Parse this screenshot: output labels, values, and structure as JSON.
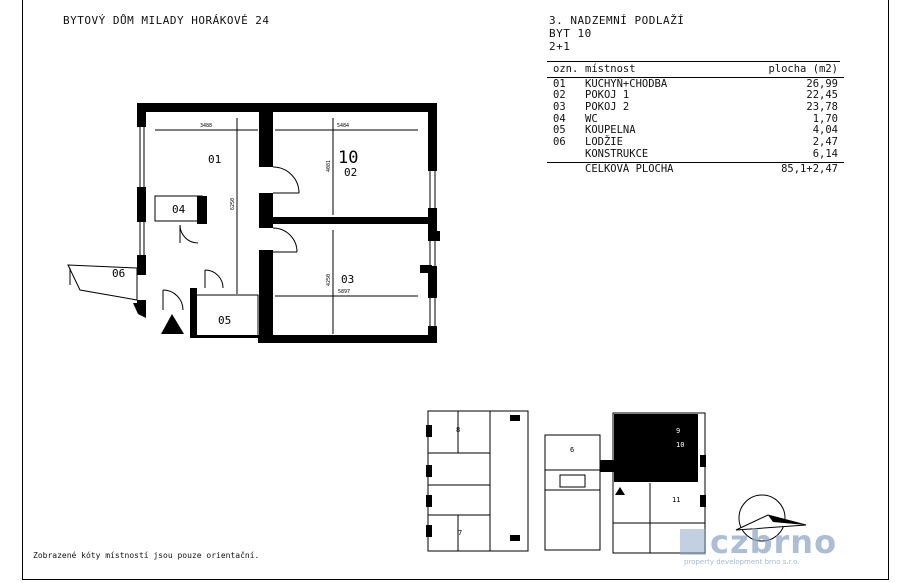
{
  "building_title": "BYTOVÝ DŮM MILADY HORÁKOVÉ 24",
  "floor": "3. NADZEMNÍ PODLAŽÍ",
  "unit": "BYT 10",
  "layout_type": "2+1",
  "table": {
    "headers": {
      "code": "ozn.",
      "room": "místnost",
      "area": "plocha (m2)"
    },
    "rows": [
      {
        "code": "01",
        "room": "KUCHYŇ+CHODBA",
        "area": "26,99"
      },
      {
        "code": "02",
        "room": "POKOJ 1",
        "area": "22,45"
      },
      {
        "code": "03",
        "room": "POKOJ 2",
        "area": "23,78"
      },
      {
        "code": "04",
        "room": "WC",
        "area": "1,70"
      },
      {
        "code": "05",
        "room": "KOUPELNA",
        "area": "4,04"
      },
      {
        "code": "06",
        "room": "LODŽIE",
        "area": "2,47"
      },
      {
        "code": "",
        "room": "KONSTRUKCE",
        "area": "6,14"
      }
    ],
    "total": {
      "label": "CELKOVÁ PLOCHA",
      "area": "85,1+2,47"
    }
  },
  "plan": {
    "unit_number": "10",
    "rooms": {
      "r01": "01",
      "r02": "02",
      "r03": "03",
      "r04": "04",
      "r05": "05",
      "r06": "06"
    },
    "dims": {
      "d1": "3488",
      "d2": "5484",
      "d3": "6250",
      "d4": "4081",
      "d5": "4250",
      "d6": "5897"
    }
  },
  "keyplan": {
    "labels": {
      "k1": "8",
      "k2": "9",
      "k3": "10",
      "k4": "6",
      "k5": "11",
      "k6": "7"
    }
  },
  "note": "Zobrazené kóty místností jsou pouze orientační.",
  "logo": {
    "main": "czbrno",
    "tagline": "property development brno s.r.o."
  }
}
